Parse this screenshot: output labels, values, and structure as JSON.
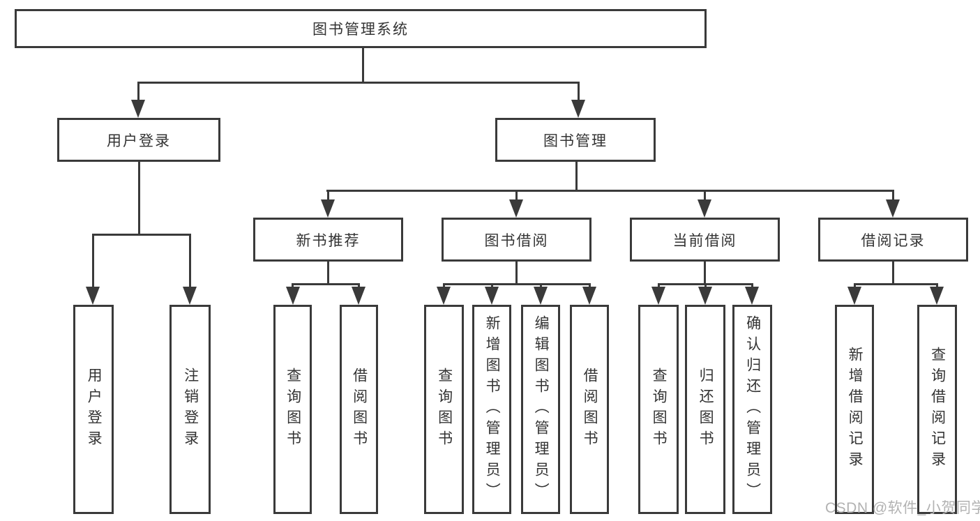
{
  "tree": {
    "root": {
      "label": "图书管理系统"
    },
    "branches": [
      {
        "label": "用户登录",
        "children": [
          {
            "label": "用户登录"
          },
          {
            "label": "注销登录"
          }
        ]
      },
      {
        "label": "图书管理",
        "children": [
          {
            "label": "新书推荐",
            "children": [
              {
                "label": "查询图书"
              },
              {
                "label": "借阅图书"
              }
            ]
          },
          {
            "label": "图书借阅",
            "children": [
              {
                "label": "查询图书"
              },
              {
                "label": "新增图书（管理员）"
              },
              {
                "label": "编辑图书（管理员）"
              },
              {
                "label": "借阅图书"
              }
            ]
          },
          {
            "label": "当前借阅",
            "children": [
              {
                "label": "查询图书"
              },
              {
                "label": "归还图书"
              },
              {
                "label": "确认归还（管理员）"
              }
            ]
          },
          {
            "label": "借阅记录",
            "children": [
              {
                "label": "新增借阅记录"
              },
              {
                "label": "查询借阅记录"
              }
            ]
          }
        ]
      }
    ]
  },
  "watermark": {
    "text": "CSDN @软件_小贺同学"
  },
  "colors": {
    "line": "#3a3a3a",
    "text": "#333333",
    "watermark": "#b2b2b2",
    "background": "#ffffff"
  }
}
